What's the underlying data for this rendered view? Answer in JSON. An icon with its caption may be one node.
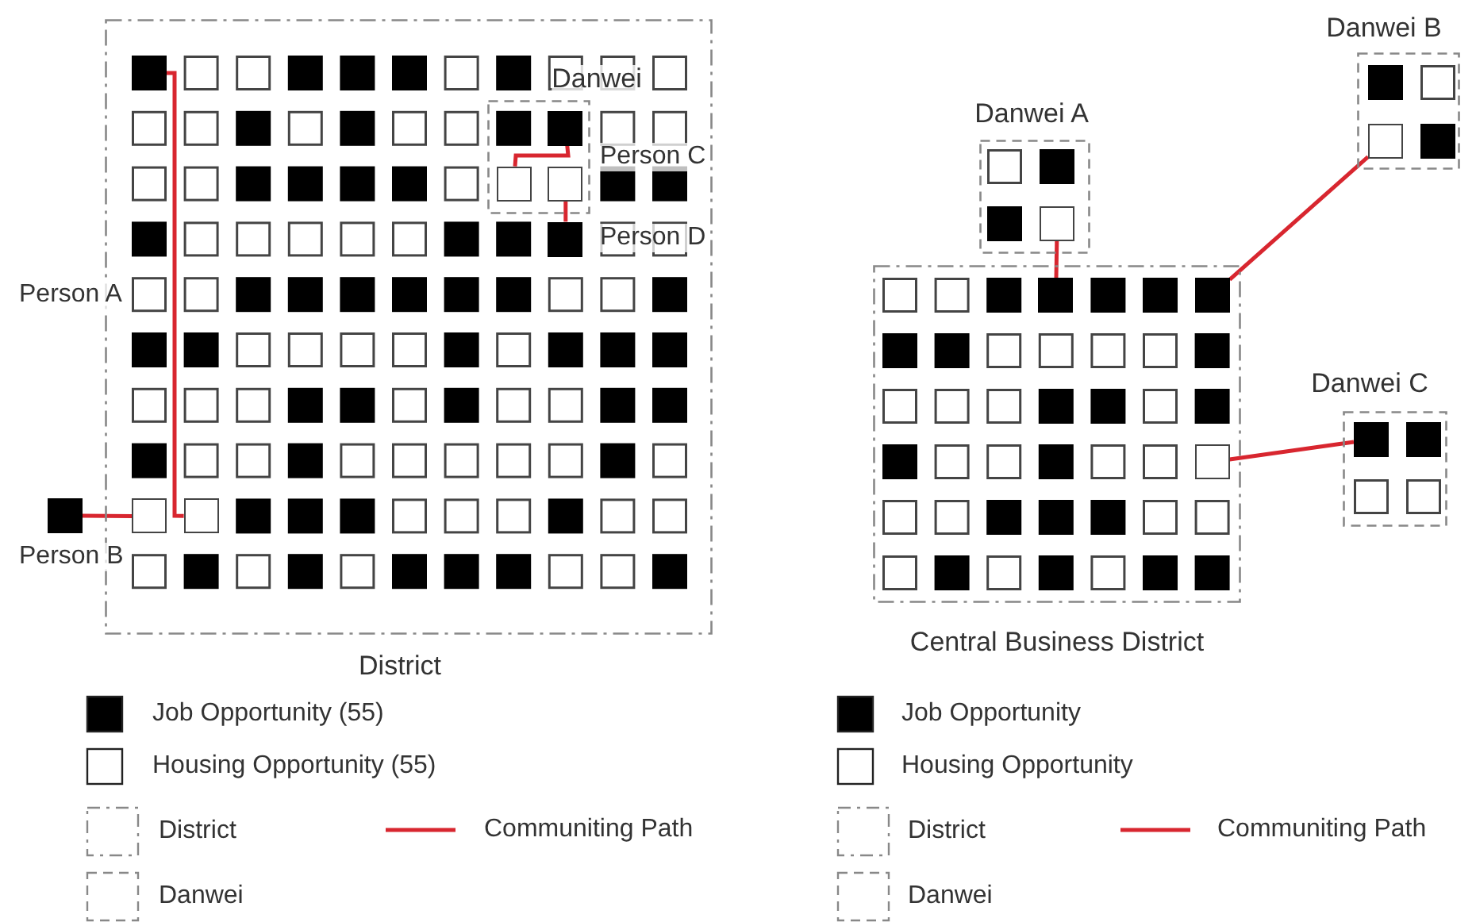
{
  "diagram": {
    "nodes": [
      {
        "text": [
          "District"
        ]
      },
      {
        "text": [
          "Danwei"
        ],
        "in": 0
      },
      {
        "text": [],
        "shape": "box",
        "in": 0
      },
      {
        "text": [],
        "shape": "box",
        "in": 0
      },
      {
        "text": [],
        "shape": "box",
        "in": 1
      },
      {
        "text": [],
        "shape": "box",
        "in": 1
      },
      {
        "text": [],
        "shape": "box",
        "in": 1
      },
      {
        "text": [],
        "shape": "box",
        "in": 0
      },
      {
        "text": [],
        "shape": "box"
      },
      {
        "text": [],
        "shape": "box",
        "in": 0
      },
      {
        "text": [
          "Danwei B"
        ]
      },
      {
        "text": [],
        "shape": "box",
        "in": 10
      },
      {
        "text": [
          "Danwei A"
        ]
      },
      {
        "text": [],
        "shape": "box",
        "in": 12
      },
      {
        "text": [
          "Central Business District"
        ]
      },
      {
        "text": [],
        "shape": "box",
        "in": 14
      },
      {
        "text": [],
        "shape": "box",
        "in": 14
      },
      {
        "text": [
          "Danwei C"
        ]
      },
      {
        "text": [],
        "shape": "box",
        "in": 17
      },
      {
        "text": [],
        "shape": "box",
        "in": 14
      }
    ],
    "edges": [
      {
        "from": 2,
        "to": 3,
        "arrow": "none",
        "label": "Person A"
      },
      {
        "from": 8,
        "to": 9,
        "arrow": "none",
        "label": "Person B"
      },
      {
        "from": 4,
        "to": 5,
        "arrow": "none",
        "label": "Person C"
      },
      {
        "from": 6,
        "to": 7,
        "arrow": "none",
        "label": "Person D"
      },
      {
        "from": 13,
        "to": 15,
        "arrow": "none"
      },
      {
        "from": 11,
        "to": 16,
        "arrow": "none"
      },
      {
        "from": 18,
        "to": 19,
        "arrow": "none"
      }
    ],
    "legend": [
      {
        "text": "Job Opportunity (55)",
        "color": "#000000"
      },
      {
        "text": "Housing Opportunity (55)",
        "color": "#ffffff"
      },
      {
        "text": "District"
      },
      {
        "text": "Communiting Path"
      },
      {
        "text": "Danwei"
      },
      {
        "text": "Job Opportunity",
        "color": "#000000"
      },
      {
        "text": "Housing Opportunity",
        "color": "#ffffff"
      },
      {
        "text": "District"
      },
      {
        "text": "Communiting Path"
      },
      {
        "text": "Danwei"
      }
    ]
  }
}
